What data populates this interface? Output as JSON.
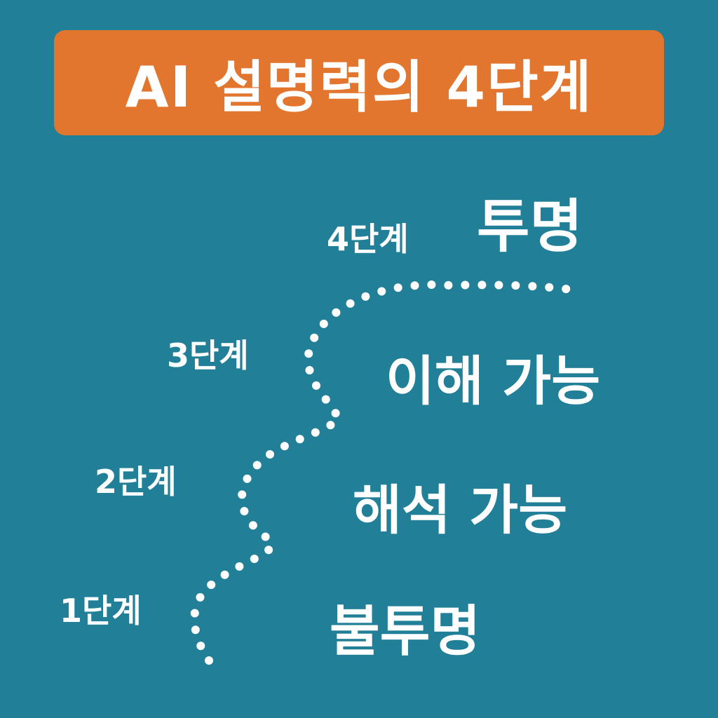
{
  "title": "AI 설명력의 4단계",
  "colors": {
    "background": "#217f98",
    "banner": "#e2762f",
    "text": "#ffffff",
    "dots": "#ffffff"
  },
  "stages": [
    {
      "label": "1단계",
      "description": "불투명"
    },
    {
      "label": "2단계",
      "description": "해석 가능"
    },
    {
      "label": "3단계",
      "description": "이해 가능"
    },
    {
      "label": "4단계",
      "description": "투명"
    }
  ]
}
